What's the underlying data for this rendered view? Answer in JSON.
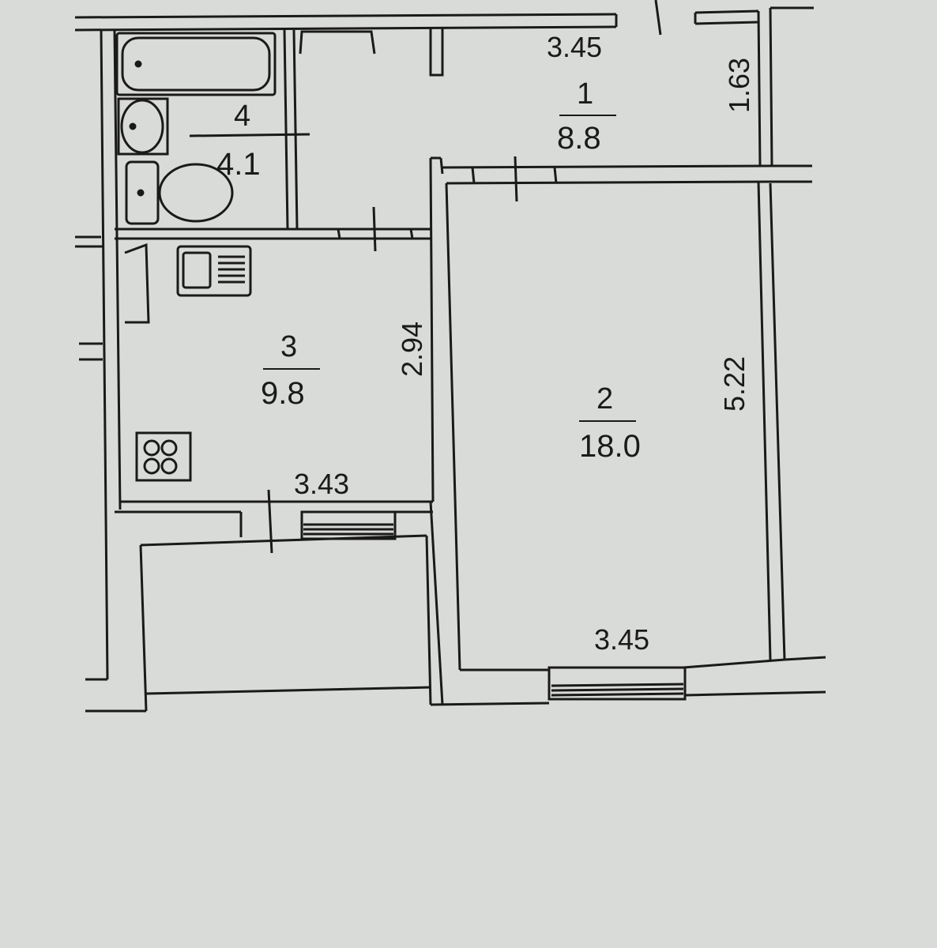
{
  "rooms": [
    {
      "number": "1",
      "area": "8.8"
    },
    {
      "number": "2",
      "area": "18.0"
    },
    {
      "number": "3",
      "area": "9.8"
    },
    {
      "number": "4",
      "area": "4.1"
    }
  ],
  "dimensions": {
    "room1_width": "3.45",
    "room1_depth": "1.63",
    "room2_width": "3.45",
    "room2_depth": "5.22",
    "room3_width": "3.43",
    "room3_depth": "2.94"
  }
}
